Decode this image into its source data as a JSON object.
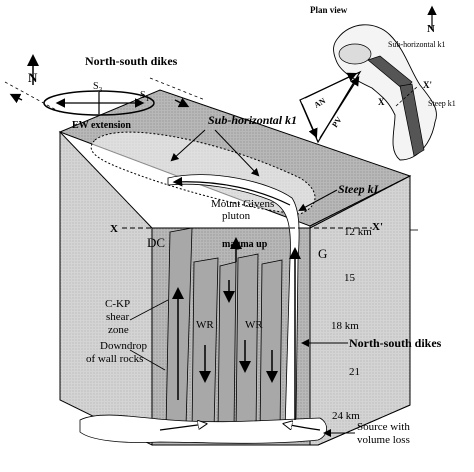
{
  "labels": {
    "north_south_dikes_top": "North-south dikes",
    "north_symbol": "N",
    "s3": "S",
    "s3_sub": "3",
    "s1": "S",
    "s1_sub": "1",
    "ew_extension": "EW extension",
    "sub_horizontal_k1": "Sub-horizontal k1",
    "steep_k1": "Steep kI",
    "mount_givens_1": "Mount Givens",
    "mount_givens_2": "pluton",
    "x_left": "X",
    "x_right": "X'",
    "dc": "DC",
    "g": "G",
    "magma_up": "magma up",
    "ckp_1": "C-KP",
    "ckp_2": "shear",
    "ckp_3": "zone",
    "downdrop_1": "Downdrop",
    "downdrop_2": "of wall rocks",
    "wr_left": "WR",
    "wr_right": "WR",
    "north_south_dikes_right": "North-south dikes",
    "source_1": "Source with",
    "source_2": "volume loss"
  },
  "depths": [
    "12 km",
    "15",
    "18 km",
    "21",
    "24 km"
  ],
  "plan_view": {
    "title": "Plan view",
    "north": "N",
    "sub_horizontal": "Sub-horizontal k1",
    "steep": "Steep k1",
    "x": "X",
    "x_prime": "X'",
    "an": "AN",
    "pv": "PV"
  },
  "colors": {
    "block_fill": "#b4b4b4",
    "block_side": "#c8c8c8",
    "dike_fill": "#9a9a9a",
    "ink": "#000000"
  }
}
